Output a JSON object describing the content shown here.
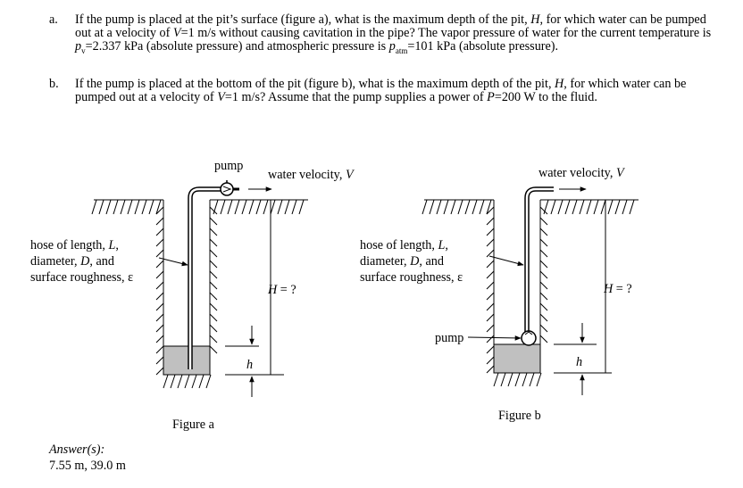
{
  "questions": [
    {
      "marker": "a.",
      "parts": [
        "If the pump is placed at the pit’s surface (figure a), what is the maximum depth of the pit, ",
        "H",
        ", for which water can be pumped out at a velocity of ",
        "V",
        "=1 m/s without causing cavitation in the pipe?  The vapor pressure of water for the current temperature is ",
        "p",
        "v",
        "=2.337 kPa (absolute pressure) and atmospheric pressure is ",
        "p",
        "atm",
        "=101 kPa (absolute pressure)."
      ]
    },
    {
      "marker": "b.",
      "parts": [
        "If the pump is placed at the bottom of the pit (figure b), what is the maximum depth of the pit, ",
        "H",
        ", for which water can be pumped out at a velocity of ",
        "V",
        "=1 m/s?  Assume that the pump supplies a power of ",
        "P",
        "=200 W to the fluid."
      ]
    }
  ],
  "figure_a": {
    "pump_label": "pump",
    "velocity_label_text": "water velocity, ",
    "velocity_symbol": "V",
    "hose_line1": "hose of length, ",
    "hose_sym1": "L",
    "hose_line2": "diameter, ",
    "hose_sym2": "D",
    "hose_line2b": ", and",
    "hose_line3": "surface roughness, ε",
    "depth_symbol": "H",
    "depth_suffix": " = ?",
    "h_symbol": "h",
    "caption": "Figure a"
  },
  "figure_b": {
    "pump_label": "pump",
    "velocity_label_text": "water velocity, ",
    "velocity_symbol": "V",
    "hose_line1": "hose of length, ",
    "hose_sym1": "L",
    "hose_line2": "diameter, ",
    "hose_sym2": "D",
    "hose_line2b": ", and",
    "hose_line3": "surface roughness, ε",
    "depth_symbol": "H",
    "depth_suffix": " = ?",
    "h_symbol": "h",
    "caption": "Figure b"
  },
  "answer": {
    "label": "Answer(s):",
    "values": "7.55 m, 39.0 m"
  }
}
